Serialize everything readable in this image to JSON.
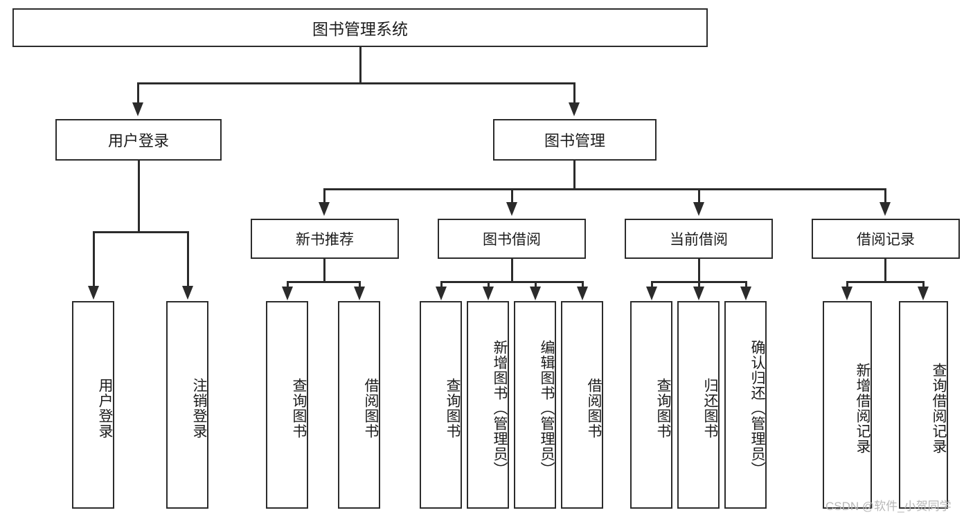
{
  "diagram": {
    "type": "tree-hierarchy-chart",
    "title": "图书管理系统",
    "root": {
      "label": "图书管理系统"
    },
    "level1": [
      {
        "label": "用户登录"
      },
      {
        "label": "图书管理"
      }
    ],
    "level2": [
      {
        "label": "新书推荐"
      },
      {
        "label": "图书借阅"
      },
      {
        "label": "当前借阅"
      },
      {
        "label": "借阅记录"
      }
    ],
    "leaves": {
      "user_login": [
        {
          "label": "用户登录"
        },
        {
          "label": "注销登录"
        }
      ],
      "new_book_recommend": [
        {
          "label": "查询图书"
        },
        {
          "label": "借阅图书"
        }
      ],
      "book_borrow": [
        {
          "label": "查询图书"
        },
        {
          "label": "新增图书（管理员）"
        },
        {
          "label": "编辑图书（管理员）"
        },
        {
          "label": "借阅图书"
        }
      ],
      "current_borrow": [
        {
          "label": "查询图书"
        },
        {
          "label": "归还图书"
        },
        {
          "label": "确认归还（管理员）"
        }
      ],
      "borrow_record": [
        {
          "label": "新增借阅记录"
        },
        {
          "label": "查询借阅记录"
        }
      ]
    }
  },
  "watermark": {
    "text": "CSDN @软件_小贺同学"
  },
  "colors": {
    "stroke": "#2b2b2b",
    "background": "#ffffff",
    "text": "#1b1b1b",
    "watermark": "#b7b7b7"
  }
}
